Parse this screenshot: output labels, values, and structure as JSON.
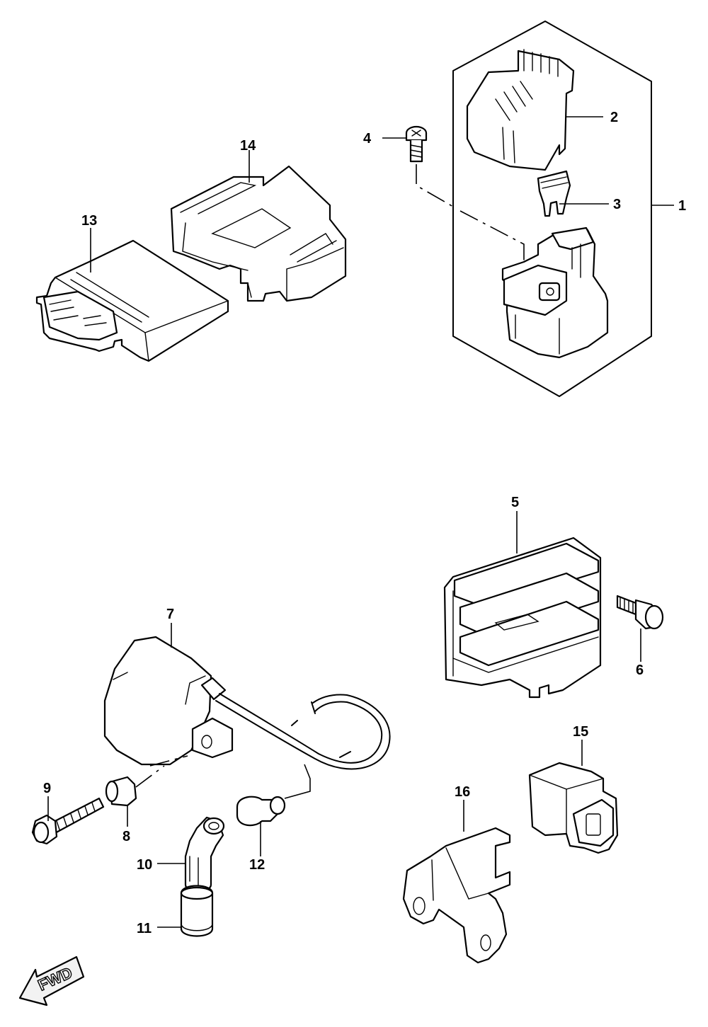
{
  "diagram": {
    "callouts": {
      "c1": "1",
      "c2": "2",
      "c3": "3",
      "c4": "4",
      "c5": "5",
      "c6": "6",
      "c7": "7",
      "c8": "8",
      "c9": "9",
      "c10": "10",
      "c11": "11",
      "c12": "12",
      "c13": "13",
      "c14": "14",
      "c15": "15",
      "c16": "16"
    },
    "forward_indicator": "FWD"
  }
}
